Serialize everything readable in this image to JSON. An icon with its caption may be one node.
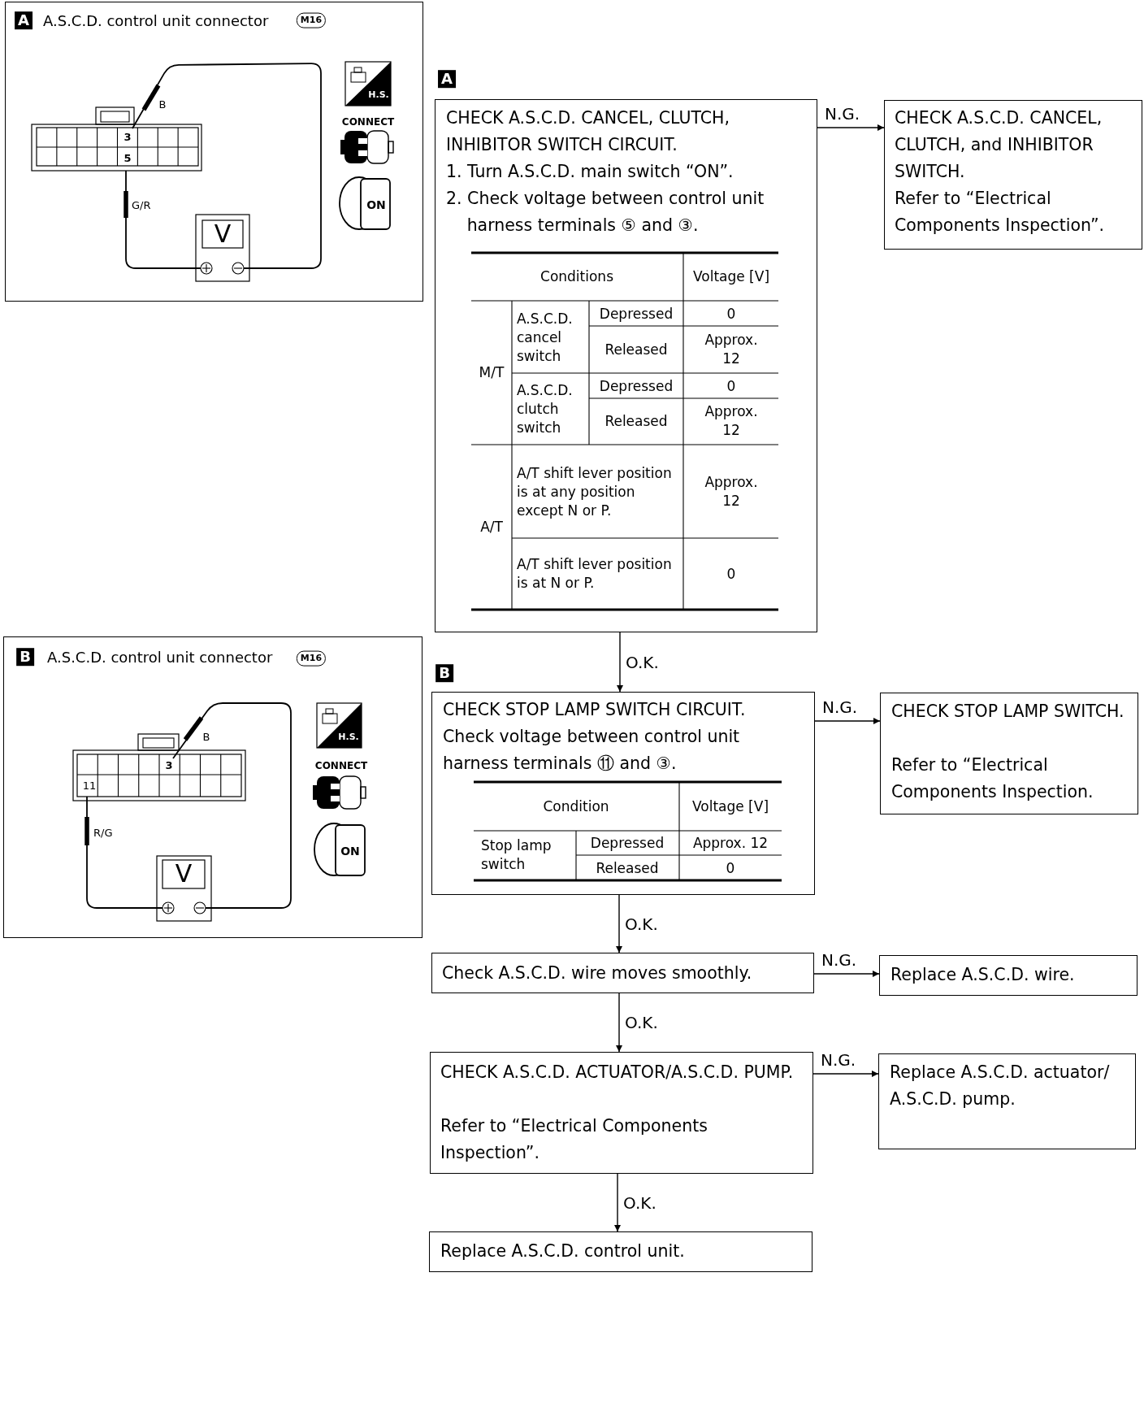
{
  "diagram": {
    "nodes": [
      {
        "text": [
          "A.S.C.D. control unit connector"
        ]
      },
      {
        "text": [
          "CHECK A.S.C.D. CANCEL, CLUTCH, INHIBITOR SWITCH CIRCUIT.",
          "1. Turn A.S.C.D. main switch “ON”.",
          "2. Check voltage between control unit harness terminals ⑤ and ③."
        ]
      },
      {
        "text": [
          "CHECK A.S.C.D. CANCEL, CLUTCH, and INHIBITOR SWITCH.",
          "Refer to “Electrical Components Inspection”."
        ]
      },
      {
        "text": [
          "A.S.C.D. control unit connector"
        ]
      },
      {
        "text": [
          "CHECK STOP LAMP SWITCH CIRCUIT.",
          "Check voltage between control unit harness terminals ⑪ and ③."
        ]
      },
      {
        "text": [
          "CHECK STOP LAMP SWITCH.",
          "Refer to “Electrical Components Inspection."
        ]
      },
      {
        "text": [
          "Check A.S.C.D. wire moves smoothly."
        ]
      },
      {
        "text": [
          "Replace A.S.C.D. wire."
        ]
      },
      {
        "text": [
          "CHECK A.S.C.D. ACTUATOR/A.S.C.D. PUMP.",
          "Refer to “Electrical Components Inspection”."
        ]
      },
      {
        "text": [
          "Replace A.S.C.D. actuator/ A.S.C.D. pump."
        ]
      },
      {
        "text": [
          "Replace A.S.C.D. control unit."
        ]
      }
    ],
    "edges": [
      {
        "from": 1,
        "to": 2,
        "arrow": "to",
        "label": "N.G."
      },
      {
        "from": 1,
        "to": 4,
        "arrow": "to",
        "label": "O.K."
      },
      {
        "from": 4,
        "to": 5,
        "arrow": "to",
        "label": "N.G."
      },
      {
        "from": 4,
        "to": 6,
        "arrow": "to",
        "label": "O.K."
      },
      {
        "from": 6,
        "to": 7,
        "arrow": "to",
        "label": "N.G."
      },
      {
        "from": 6,
        "to": 8,
        "arrow": "to",
        "label": "O.K."
      },
      {
        "from": 8,
        "to": 9,
        "arrow": "to",
        "label": "N.G."
      },
      {
        "from": 8,
        "to": 10,
        "arrow": "to",
        "label": "O.K."
      }
    ],
    "labels": [
      "A",
      "M16",
      "B",
      "3",
      "5",
      "G/R",
      "V",
      "H.S.",
      "CONNECT",
      "ON",
      "A",
      "Conditions",
      "Voltage [V]",
      "M/T",
      "A.S.C.D. cancel switch",
      "Depressed",
      "0",
      "Released",
      "Approx. 12",
      "A.S.C.D. clutch switch",
      "Depressed",
      "0",
      "Released",
      "Approx. 12",
      "A/T",
      "A/T shift lever position is at any position except N or P.",
      "Approx. 12",
      "A/T shift lever position is at N or P.",
      "0",
      "B",
      "M16",
      "B",
      "3",
      "11",
      "R/G",
      "V",
      "H.S.",
      "CONNECT",
      "ON",
      "B",
      "Condition",
      "Voltage [V]",
      "Stop lamp switch",
      "Depressed",
      "Approx. 12",
      "Released",
      "0"
    ]
  }
}
